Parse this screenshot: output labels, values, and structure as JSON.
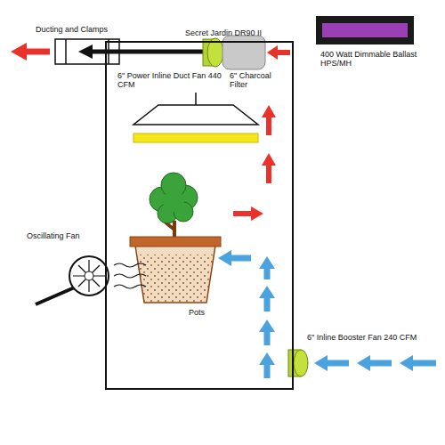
{
  "diagram": {
    "nodes": [
      {
        "text": [
          "Secret Jardin DR90 II"
        ]
      }
    ],
    "labels": [
      "Ducting and Clamps",
      "6\" Power Inline Duct Fan 440 CFM",
      "6\" Charcoal Filter",
      "400 Watt Dimmable Ballast HPS/MH",
      "Oscillating Fan",
      "Pots",
      "6\" Inline Booster Fan 240 CFM"
    ]
  }
}
